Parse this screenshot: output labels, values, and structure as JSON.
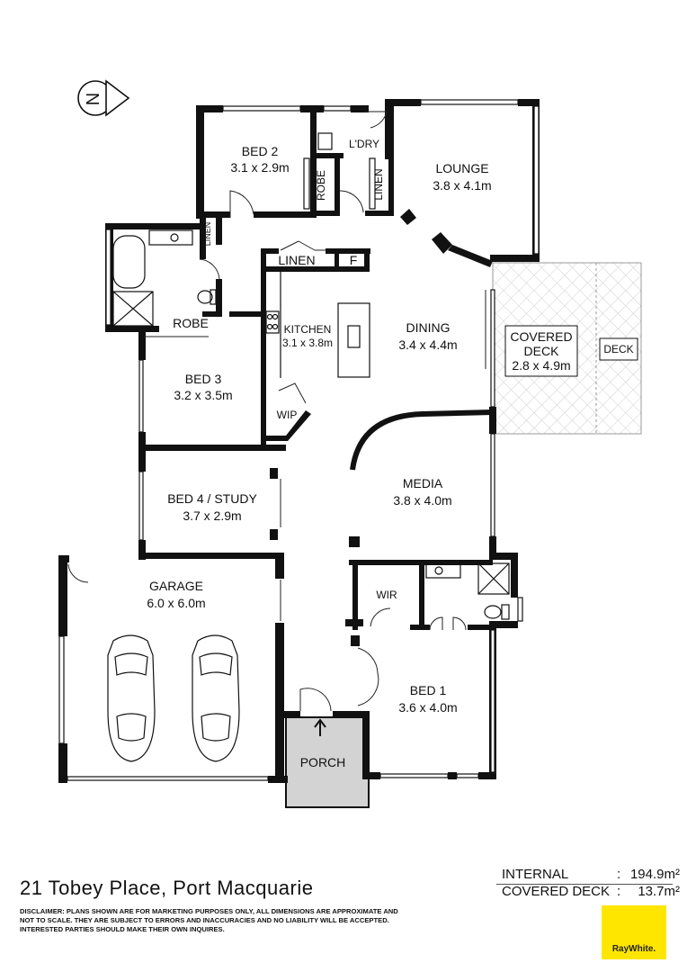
{
  "rooms": {
    "bed2_name": "BED 2",
    "bed2_dims": "3.1 x 2.9m",
    "robe_top": "ROBE",
    "laundry": "L'DRY",
    "linen_vertical": "LINEN",
    "lounge_name": "LOUNGE",
    "lounge_dims": "3.8 x 4.1m",
    "linen_small": "LINEN",
    "linen_kitchen": "LINEN",
    "fridge": "F",
    "robe_bed3": "ROBE",
    "kitchen_name": "KITCHEN",
    "kitchen_dims": "3.1 x 3.8m",
    "dining_name": "DINING",
    "dining_dims": "3.4 x 4.4m",
    "covered_deck_name_1": "COVERED",
    "covered_deck_name_2": "DECK",
    "covered_deck_dims": "2.8 x 4.9m",
    "deck": "DECK",
    "bed3_name": "BED 3",
    "bed3_dims": "3.2 x 3.5m",
    "wip": "WIP",
    "bed4_name": "BED 4 / STUDY",
    "bed4_dims": "3.7 x 2.9m",
    "media_name": "MEDIA",
    "media_dims": "3.8 x 4.0m",
    "garage_name": "GARAGE",
    "garage_dims": "6.0 x 6.0m",
    "wir": "WIR",
    "bed1_name": "BED 1",
    "bed1_dims": "3.6 x 4.0m",
    "porch": "PORCH"
  },
  "compass": {
    "label": "N"
  },
  "footer": {
    "address": "21 Tobey Place, Port Macquarie",
    "areas": [
      {
        "label": "INTERNAL",
        "sep": ":",
        "value": "194.9m²"
      },
      {
        "label": "COVERED DECK",
        "sep": ":",
        "value": "13.7m²"
      }
    ],
    "disclaimer": "DISCLAIMER: PLANS SHOWN ARE FOR MARKETING PURPOSES ONLY, ALL DIMENSIONS ARE APPROXIMATE AND NOT TO SCALE. THEY ARE SUBJECT TO ERRORS AND INACCURACIES AND NO LIABILITY WILL BE ACCEPTED. INTERESTED PARTIES SHOULD MAKE THEIR OWN INQUIRES.",
    "logo": "RayWhite."
  },
  "colors": {
    "wall": "#111111",
    "porch_fill": "#d3d3d3",
    "deck_pattern": "#c9c9c9",
    "logo_bg": "#ffe600"
  }
}
